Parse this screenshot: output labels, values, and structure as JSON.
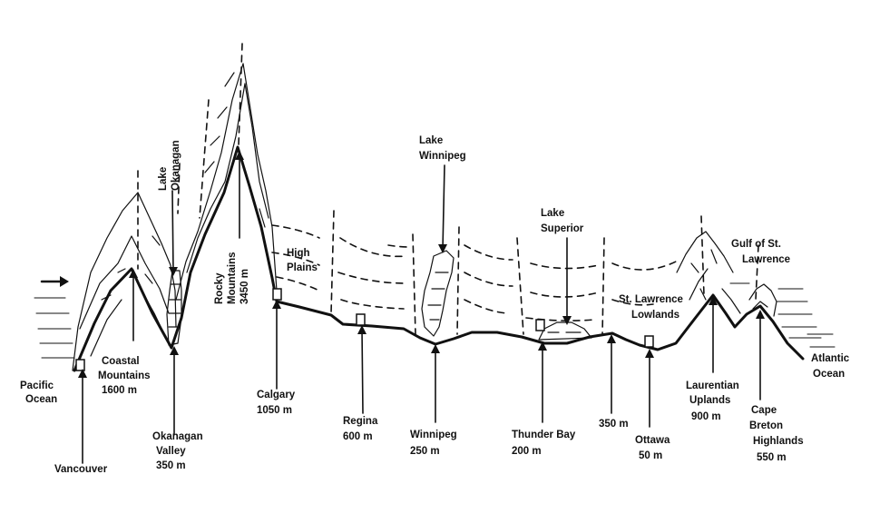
{
  "labels": {
    "pacific_ocean": [
      "Pacific",
      "Ocean"
    ],
    "vancouver": [
      "Vancouver"
    ],
    "coastal_mountains": [
      "Coastal",
      "Mountains",
      "1600 m"
    ],
    "lake_okanagan": [
      "Lake",
      "Okanagan"
    ],
    "okanagan_valley": [
      "Okanagan",
      "Valley",
      "350 m"
    ],
    "rocky_mountains": [
      "Rocky",
      "Mountains",
      "3450 m"
    ],
    "high_plains": [
      "High",
      "Plains"
    ],
    "calgary": [
      "Calgary",
      "1050 m"
    ],
    "regina": [
      "Regina",
      "600 m"
    ],
    "lake_winnipeg": [
      "Lake",
      "Winnipeg"
    ],
    "winnipeg": [
      "Winnipeg",
      "250 m"
    ],
    "lake_superior": [
      "Lake",
      "Superior"
    ],
    "thunder_bay": [
      "Thunder Bay",
      "200 m"
    ],
    "elev_350": [
      "350 m"
    ],
    "ottawa": [
      "Ottawa",
      "50 m"
    ],
    "st_lawrence_lowlands": [
      "St. Lawrence",
      "Lowlands"
    ],
    "laurentian_uplands": [
      "Laurentian",
      "Uplands",
      "900 m"
    ],
    "gulf_st_lawrence": [
      "Gulf of St.",
      "Lawrence"
    ],
    "cape_breton": [
      "Cape",
      "Breton",
      "Highlands",
      "550 m"
    ],
    "atlantic_ocean": [
      "Atlantic",
      "Ocean"
    ]
  },
  "colors": {
    "ink": "#111111",
    "paper": "#ffffff"
  }
}
